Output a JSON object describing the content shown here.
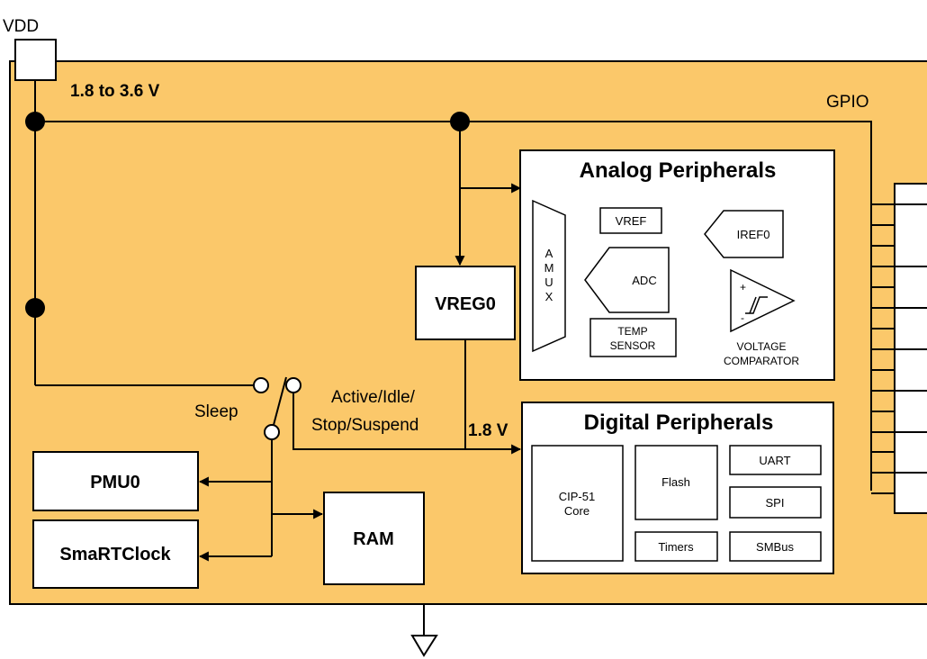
{
  "labels": {
    "vdd": "VDD",
    "supply_range": "1.8 to 3.6 V",
    "gpio": "GPIO",
    "sleep": "Sleep",
    "active_line1": "Active/Idle/",
    "active_line2": "Stop/Suspend",
    "core_voltage": "1.8 V"
  },
  "blocks": {
    "vreg": "VREG0",
    "pmu": "PMU0",
    "smartclock": "SmaRTClock",
    "ram": "RAM"
  },
  "analog": {
    "title": "Analog Peripherals",
    "amux": [
      "A",
      "M",
      "U",
      "X"
    ],
    "vref": "VREF",
    "iref": "IREF0",
    "adc": "ADC",
    "temp_line1": "TEMP",
    "temp_line2": "SENSOR",
    "comp_plus": "+",
    "comp_minus": "-",
    "comp_line1": "VOLTAGE",
    "comp_line2": "COMPARATOR"
  },
  "digital": {
    "title": "Digital Peripherals",
    "core_line1": "CIP-51",
    "core_line2": "Core",
    "flash": "Flash",
    "uart": "UART",
    "spi": "SPI",
    "timers": "Timers",
    "smbus": "SMBus"
  },
  "colors": {
    "chip_fill": "#FBC86A",
    "line": "#000000",
    "block_fill": "#FFFFFF"
  }
}
